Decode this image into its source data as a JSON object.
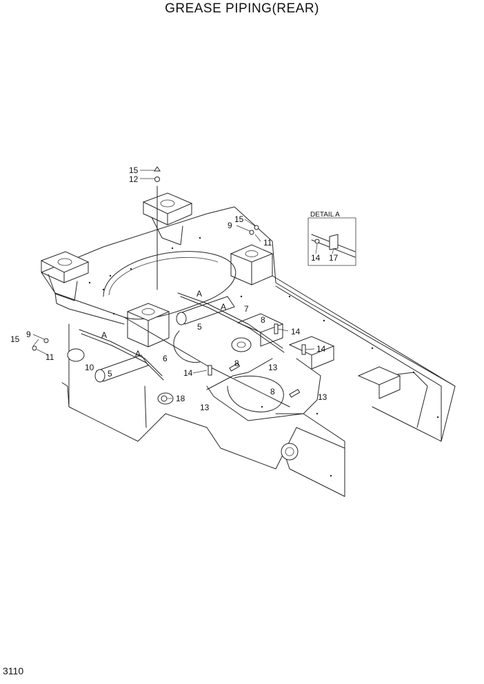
{
  "title": "GREASE PIPING(REAR)",
  "page_number": "3110",
  "detail": {
    "label": "DETAIL A",
    "callouts": [
      "14",
      "17"
    ]
  },
  "callouts": [
    {
      "label": "15"
    },
    {
      "label": "12"
    },
    {
      "label": "15"
    },
    {
      "label": "9"
    },
    {
      "label": "11"
    },
    {
      "label": "A"
    },
    {
      "label": "A"
    },
    {
      "label": "7"
    },
    {
      "label": "5"
    },
    {
      "label": "8"
    },
    {
      "label": "14"
    },
    {
      "label": "14"
    },
    {
      "label": "9"
    },
    {
      "label": "15"
    },
    {
      "label": "11"
    },
    {
      "label": "A"
    },
    {
      "label": "A"
    },
    {
      "label": "10"
    },
    {
      "label": "6"
    },
    {
      "label": "8"
    },
    {
      "label": "13"
    },
    {
      "label": "14"
    },
    {
      "label": "5"
    },
    {
      "label": "18"
    },
    {
      "label": "13"
    },
    {
      "label": "8"
    },
    {
      "label": "13"
    }
  ]
}
